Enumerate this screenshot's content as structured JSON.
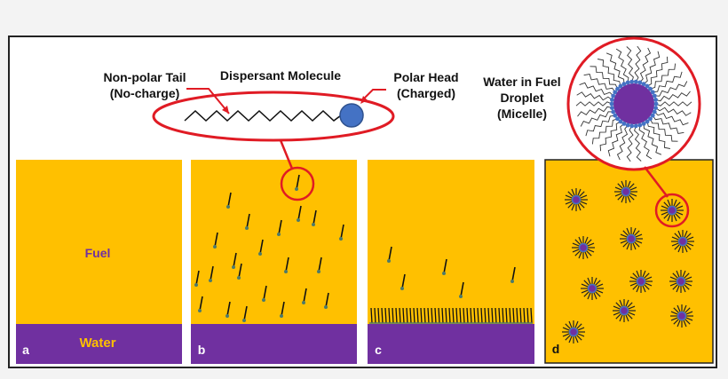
{
  "labels": {
    "tail_line1": "Non-polar Tail",
    "tail_line2": "(No-charge)",
    "molecule": "Dispersant Molecule",
    "head_line1": "Polar Head",
    "head_line2": "(Charged)",
    "droplet_line1": "Water in Fuel",
    "droplet_line2": "Droplet",
    "droplet_line3": "(Micelle)"
  },
  "panels": [
    {
      "letter": "a",
      "fuel_label": "Fuel",
      "water_label": "Water"
    },
    {
      "letter": "b"
    },
    {
      "letter": "c"
    },
    {
      "letter": "d"
    }
  ],
  "colors": {
    "fuel": "#ffc000",
    "water": "#7030a0",
    "highlight": "#e01b24",
    "head": "#4472c4",
    "fuel_text": "#7030a0",
    "water_text": "#ffc000"
  },
  "icons": [
    "dispersant-molecule-icon",
    "micelle-icon",
    "highlight-circle-icon",
    "arrow-icon"
  ]
}
